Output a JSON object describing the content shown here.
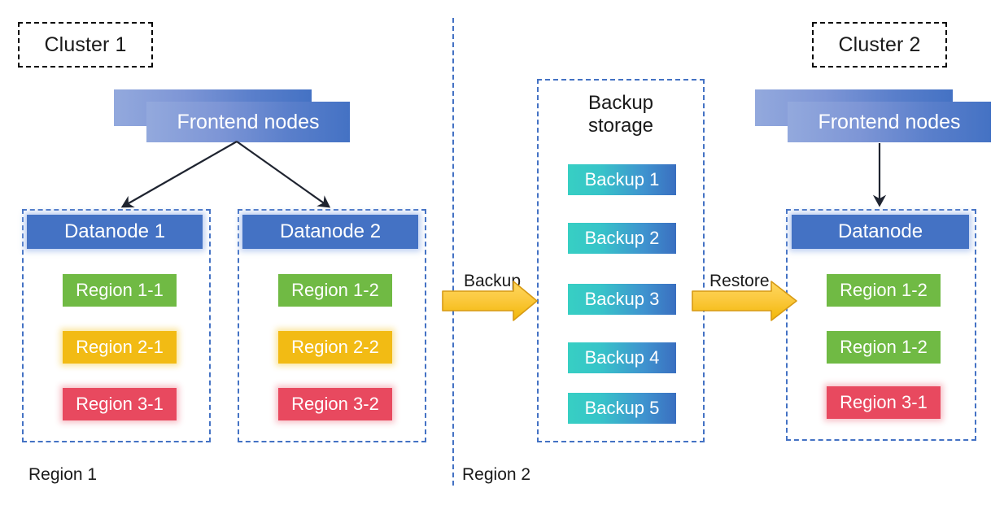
{
  "diagram": {
    "title_chips": [
      {
        "name": "cluster-1",
        "label": "Cluster 1"
      },
      {
        "name": "cluster-2",
        "label": "Cluster 2"
      }
    ],
    "frontend_nodes": [
      {
        "name": "frontend-nodes-cluster-1",
        "label": "Frontend nodes"
      },
      {
        "name": "frontend-nodes-cluster-2",
        "label": "Frontend nodes"
      }
    ],
    "datanodes": [
      {
        "name": "datanode-1",
        "label": "Datanode 1",
        "regions": [
          {
            "label": "Region 1-1",
            "color": "#70ba44",
            "style": "green"
          },
          {
            "label": "Region 2-1",
            "color": "#f2bb14",
            "style": "yellow"
          },
          {
            "label": "Region 3-1",
            "color": "#e8495f",
            "style": "red"
          }
        ]
      },
      {
        "name": "datanode-2",
        "label": "Datanode 2",
        "regions": [
          {
            "label": "Region 1-2",
            "color": "#70ba44",
            "style": "green"
          },
          {
            "label": "Region 2-2",
            "color": "#f2bb14",
            "style": "yellow"
          },
          {
            "label": "Region 3-2",
            "color": "#e8495f",
            "style": "red"
          }
        ]
      },
      {
        "name": "datanode-restored",
        "label": "Datanode",
        "regions": [
          {
            "label": "Region 1-2",
            "color": "#70ba44",
            "style": "green"
          },
          {
            "label": "Region 1-2",
            "color": "#70ba44",
            "style": "green"
          },
          {
            "label": "Region 3-1",
            "color": "#e8495f",
            "style": "red"
          }
        ]
      }
    ],
    "backup_storage": {
      "title_line1": "Backup",
      "title_line2": "storage",
      "items": [
        {
          "label": "Backup 1"
        },
        {
          "label": "Backup 2"
        },
        {
          "label": "Backup 3"
        },
        {
          "label": "Backup 4"
        },
        {
          "label": "Backup 5"
        }
      ]
    },
    "flows": [
      {
        "name": "backup-flow",
        "label": "Backup"
      },
      {
        "name": "restore-flow",
        "label": "Restore"
      }
    ],
    "region_labels": [
      {
        "name": "region-1-label",
        "label": "Region 1"
      },
      {
        "name": "region-2-label",
        "label": "Region 2"
      }
    ],
    "colors": {
      "blue_node": "#4472c4",
      "dashed_blue": "#4472c4",
      "green": "#70ba44",
      "yellow": "#f2bb14",
      "red": "#e8495f",
      "arrow_gold": "#f5c242",
      "arrow_black": "#1f2430",
      "backup_gradient_from": "#37cfc3",
      "backup_gradient_to": "#3a6fc0"
    }
  }
}
